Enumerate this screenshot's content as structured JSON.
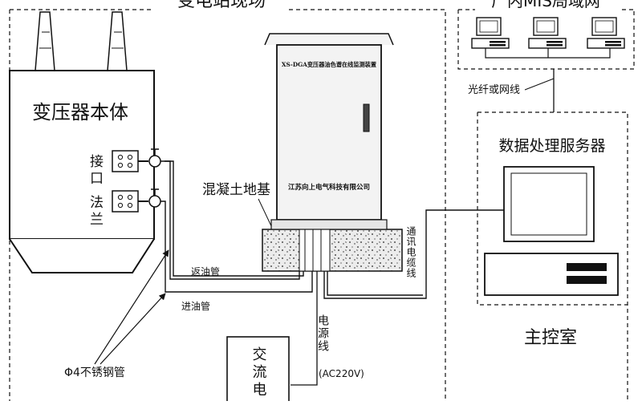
{
  "substation": {
    "title": "变电站现场",
    "transformer_body": "变压器本体",
    "flange_label_1": "接口",
    "flange_label_2": "法兰",
    "concrete_label": "混凝土地基",
    "return_pipe": "返油管",
    "inlet_pipe": "进油管",
    "steel_pipe": "Φ4不锈钢管",
    "power_line_1": "电源线",
    "power_line_2": "(AC220V)",
    "comm_cable": "通讯电缆线",
    "ac_box": "交流电"
  },
  "cabinet": {
    "title": "XS-DGA变压器油色谱在线监测装置",
    "company": "江苏向上电气科技有限公司"
  },
  "network": {
    "title": "厂内MIS局域网",
    "link": "光纤或网线"
  },
  "control_room": {
    "server": "数据处理服务器",
    "label": "主控室"
  },
  "colors": {
    "line": "#111111",
    "concrete": "#e8e8e8",
    "cabinet": "#f0f0f0"
  }
}
